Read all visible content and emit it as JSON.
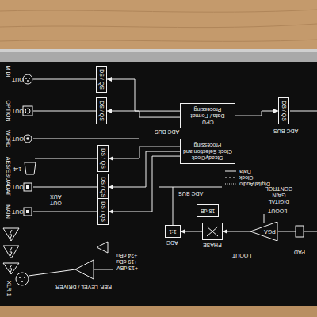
{
  "diagram": {
    "nodes": [
      {
        "text": [
          "CPU",
          "Data / Format Processing"
        ]
      },
      {
        "text": [
          "SteadyClock",
          "Clock Selection and Processing"
        ]
      },
      {
        "text": [
          "DS / QS"
        ]
      },
      {
        "text": [
          "DS / QS"
        ]
      },
      {
        "text": [
          "DS / QS"
        ]
      },
      {
        "text": [
          "DS / QS"
        ]
      },
      {
        "text": [
          "DS / QS"
        ]
      },
      {
        "text": [
          "DS / QS"
        ]
      },
      {
        "text": [
          "1:1",
          "ADC"
        ]
      },
      {
        "text": [
          "PHASE"
        ]
      },
      {
        "text": [
          "18 dB"
        ]
      },
      {
        "text": [
          "PGA"
        ]
      }
    ],
    "edges": [
      {
        "from": 0,
        "to": 2,
        "arrow": "to"
      },
      {
        "from": 0,
        "to": 3,
        "arrow": "to"
      },
      {
        "from": 1,
        "to": 4,
        "arrow": "to"
      },
      {
        "from": 1,
        "to": 5,
        "arrow": "to"
      },
      {
        "from": 1,
        "to": 6,
        "arrow": "to"
      },
      {
        "from": 0,
        "to": 7,
        "arrow": "to"
      },
      {
        "from": 11,
        "to": 9,
        "arrow": "to"
      },
      {
        "from": 9,
        "to": 8,
        "arrow": "to"
      }
    ],
    "labels": [
      "MIDI",
      "OUT",
      "OPTION",
      "OUT",
      "WORD",
      "OUT",
      "AES/EBU",
      "1-4",
      "ADAT",
      "OUT",
      "MAIN",
      "OUT",
      "AUX",
      "OUT",
      "XLR 1",
      "REF. LEVEL / DRIVER",
      "+24 dBu",
      "+19 dBu",
      "+13 dBV",
      "ADC BUS",
      "ADC BUS",
      "ADC BUS",
      "LOOUT",
      "LOOUT",
      "PAD",
      "DIGITAL GAIN CONTROL"
    ],
    "legend": [
      {
        "text": "Data"
      },
      {
        "text": "Clock"
      },
      {
        "text": "Digital Audio"
      }
    ]
  }
}
